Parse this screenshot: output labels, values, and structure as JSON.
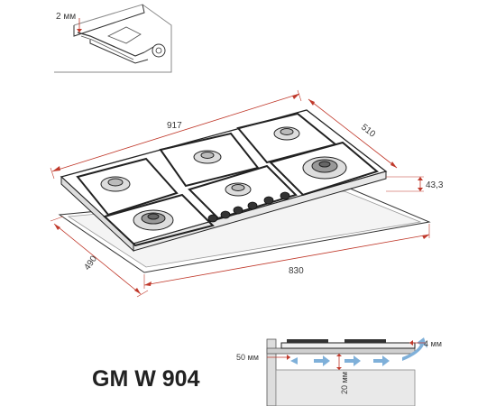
{
  "model": "GM W 904",
  "dimensions": {
    "hob_width": "917",
    "hob_depth": "510",
    "hob_height": "43,3",
    "cutout_width": "830",
    "cutout_depth": "490"
  },
  "detail_top": {
    "gap_label": "2 мм"
  },
  "detail_bottom": {
    "side_gap": "50 мм",
    "top_gap": "4 мм",
    "bottom_gap": "20 мм"
  },
  "colors": {
    "dimension_line": "#c0392b",
    "arrow": "#7fb0d9"
  }
}
